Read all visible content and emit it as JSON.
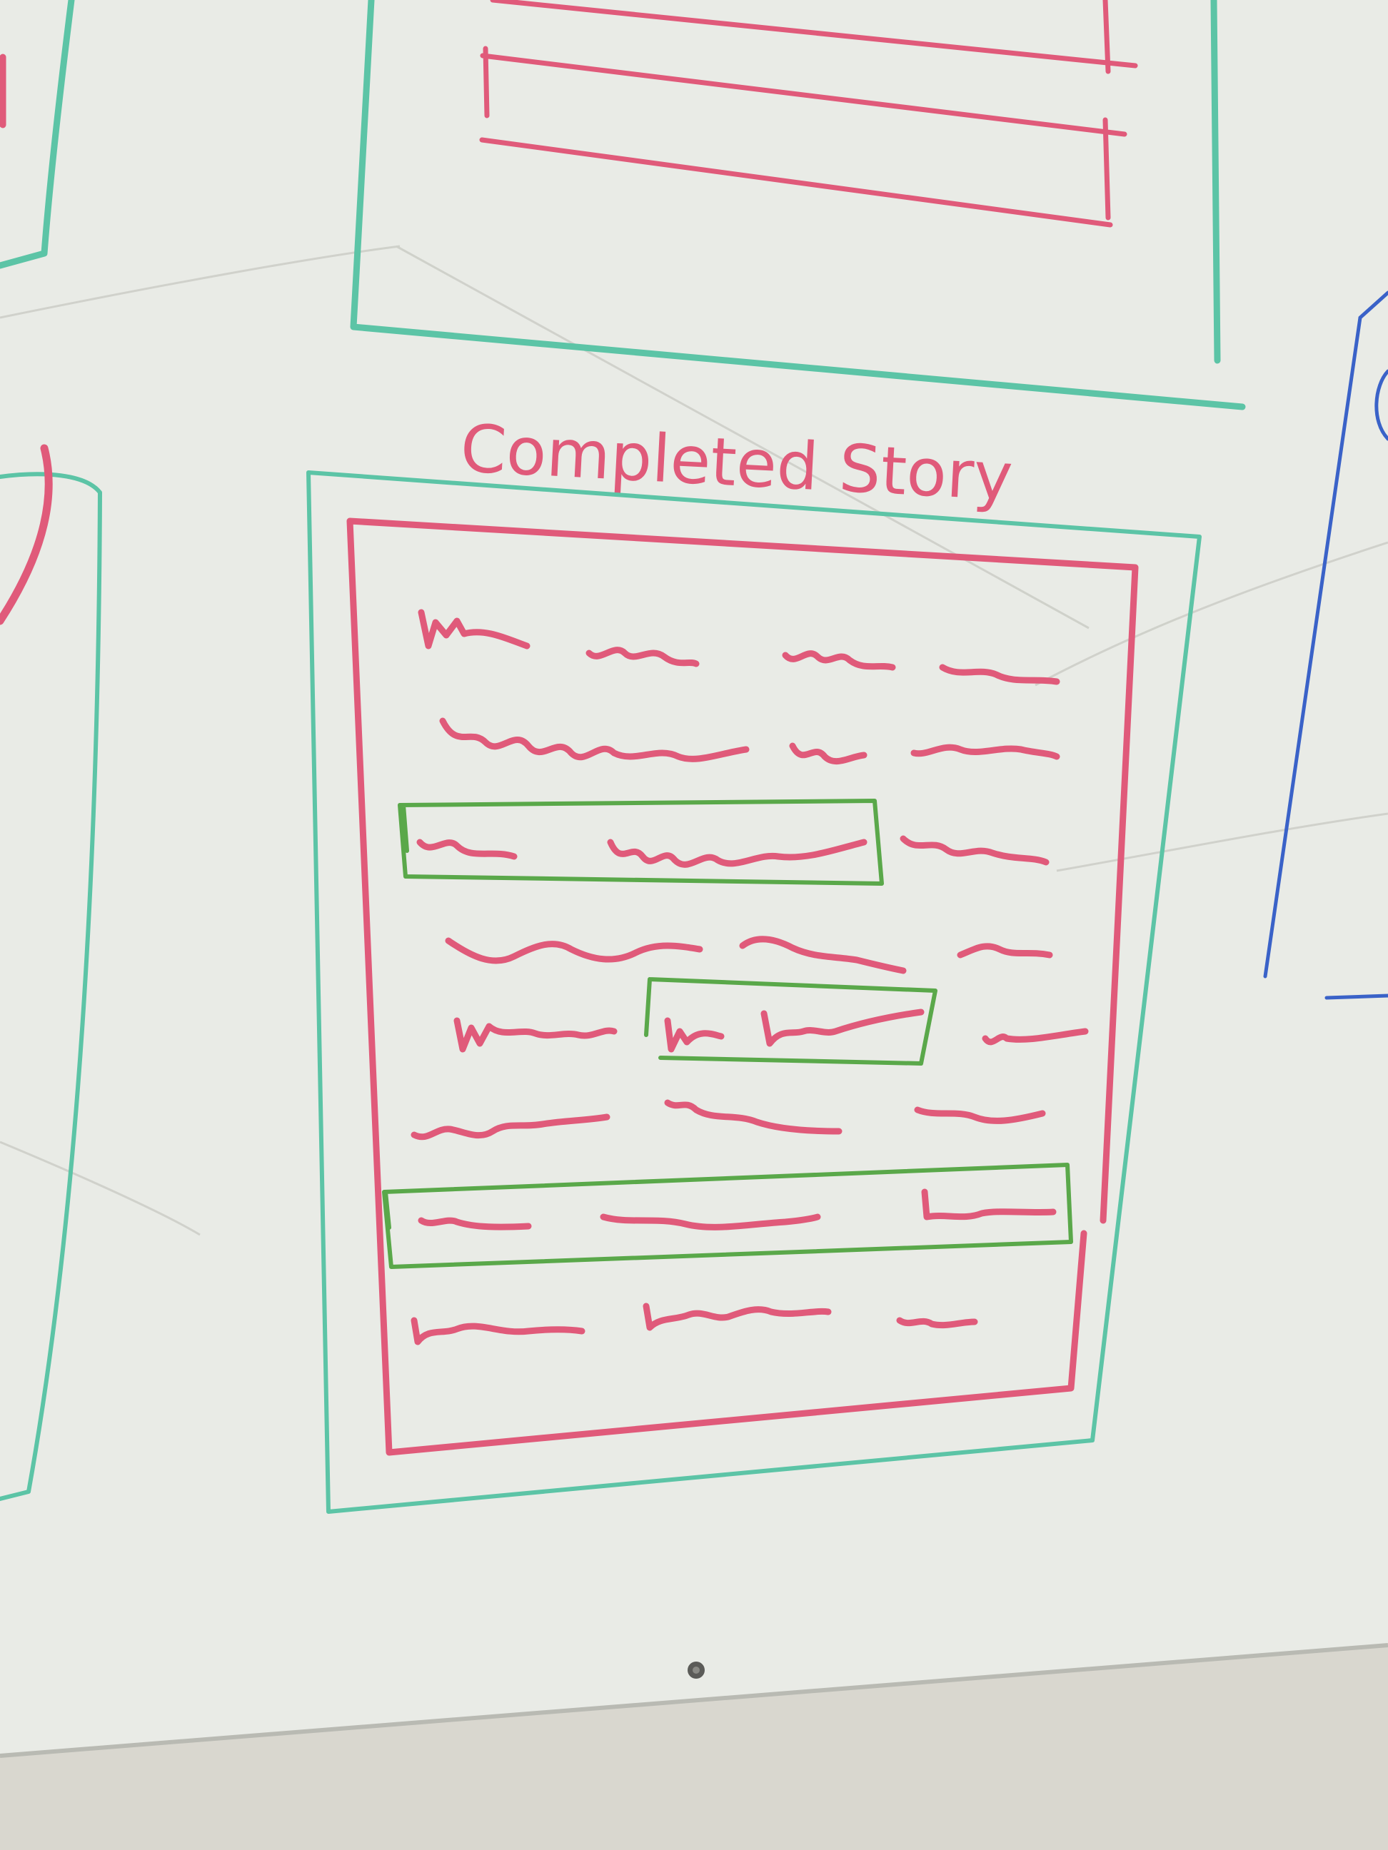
{
  "sketch": {
    "title": "Completed Story",
    "colors": {
      "wall": "#d9d7cf",
      "board": "#e9ebe6",
      "pink_marker": "#e05a7a",
      "green_marker": "#5aa84a",
      "teal_marker": "#5cc4a6",
      "blue_marker": "#3a62c8"
    },
    "story_card": {
      "text_lines": 8,
      "highlighted_phrases": 3
    },
    "marker_colors_used": [
      "pink",
      "green",
      "teal",
      "blue"
    ]
  }
}
